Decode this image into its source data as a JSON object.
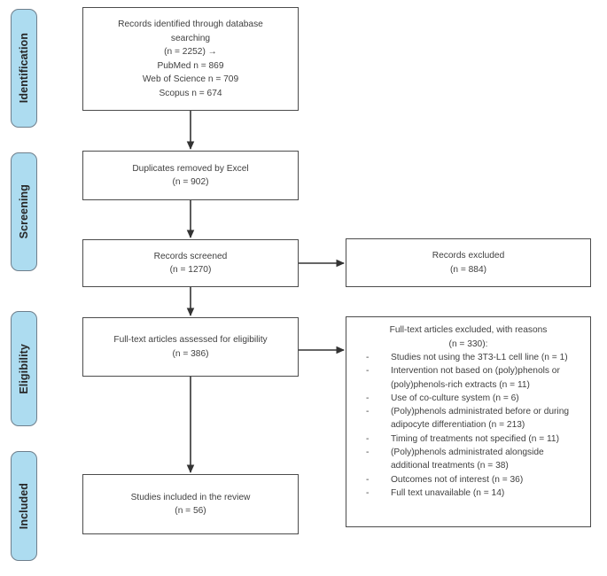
{
  "diagram": {
    "title": "PRISMA study selection flow diagram",
    "accent_color": "#ADDCF0",
    "box_border_color": "#4c4c4c",
    "tab_border_color": "#6f7f8c",
    "stages": [
      {
        "id": "identification",
        "label": "Identification"
      },
      {
        "id": "screening",
        "label": "Screening"
      },
      {
        "id": "eligibility",
        "label": "Eligibility"
      },
      {
        "id": "included",
        "label": "Included"
      }
    ],
    "boxes": {
      "identified": {
        "lines": [
          "Records identified through database",
          "searching",
          "(n = 2252) →",
          "PubMed n = 869",
          "Web of Science n = 709",
          "Scopus n = 674"
        ]
      },
      "duplicates": {
        "lines": [
          "Duplicates removed by Excel",
          "(n = 902)"
        ]
      },
      "screened": {
        "lines": [
          "Records screened",
          "(n = 1270)"
        ]
      },
      "records_excluded": {
        "lines": [
          "Records excluded",
          "(n = 884)"
        ]
      },
      "fulltext_assessed": {
        "lines": [
          "Full-text articles assessed for eligibility",
          "(n = 386)"
        ]
      },
      "fulltext_excluded": {
        "heading": [
          "Full-text articles excluded, with reasons",
          "(n = 330):"
        ],
        "bullet": "-",
        "reasons": [
          "Studies not using the 3T3-L1 cell line (n = 1)",
          "Intervention not based on (poly)phenols or (poly)phenols-rich extracts (n = 11)",
          "Use of co-culture system (n = 6)",
          "(Poly)phenols administrated before or during adipocyte differentiation (n = 213)",
          "Timing of treatments not specified (n = 11)",
          "(Poly)phenols administrated alongside additional treatments (n = 38)",
          "Outcomes not of interest (n = 36)",
          "Full text unavailable (n = 14)"
        ]
      },
      "included_studies": {
        "lines": [
          "Studies included in the review",
          "(n = 56)"
        ]
      }
    }
  }
}
